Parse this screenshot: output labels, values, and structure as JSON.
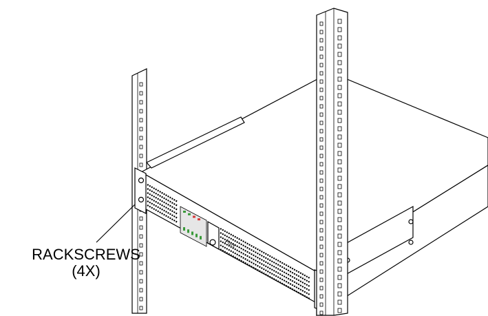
{
  "callout": {
    "label": "RACKSCREWS",
    "quantity": "(4X)"
  },
  "front_panel": {
    "logo_text": "Pure"
  },
  "colors": {
    "ink": "#000000",
    "background": "#ffffff",
    "led_green": "#3a9a3a",
    "led_red": "#d83a3a"
  }
}
